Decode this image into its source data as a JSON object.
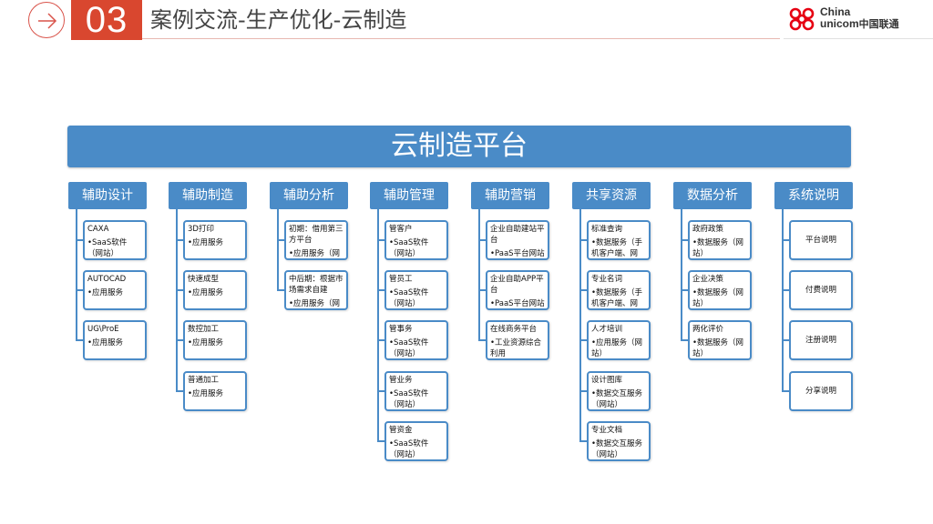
{
  "header": {
    "number": "03",
    "title": "案例交流-生产优化-云制造",
    "logo_line1": "China",
    "logo_line2": "unicom",
    "logo_cn": "中国联通"
  },
  "platform": "云制造平台",
  "columns": [
    {
      "category": "辅助设计",
      "items": [
        {
          "title": "CAXA",
          "sub": "•SaaS软件（网站）"
        },
        {
          "title": "AUTOCAD",
          "sub": "•应用服务"
        },
        {
          "title": "UG\\ProE",
          "sub": "•应用服务"
        }
      ]
    },
    {
      "category": "辅助制造",
      "items": [
        {
          "title": "3D打印",
          "sub": "•应用服务"
        },
        {
          "title": "快速成型",
          "sub": "•应用服务"
        },
        {
          "title": "数控加工",
          "sub": "•应用服务"
        },
        {
          "title": "普通加工",
          "sub": "•应用服务"
        }
      ]
    },
    {
      "category": "辅助分析",
      "items": [
        {
          "title": "初期：借用第三方平台",
          "sub": "•应用服务（网站）"
        },
        {
          "title": "中后期：根据市场需求自建",
          "sub": "•应用服务（网站）"
        }
      ]
    },
    {
      "category": "辅助管理",
      "items": [
        {
          "title": "管客户",
          "sub": "•SaaS软件（网站）"
        },
        {
          "title": "管员工",
          "sub": "•SaaS软件（网站）"
        },
        {
          "title": "管事务",
          "sub": "•SaaS软件（网站）"
        },
        {
          "title": "管业务",
          "sub": "•SaaS软件（网站）"
        },
        {
          "title": "管资金",
          "sub": "•SaaS软件（网站）"
        }
      ]
    },
    {
      "category": "辅助营销",
      "items": [
        {
          "title": "企业自助建站平台",
          "sub": "•PaaS平台网站"
        },
        {
          "title": "企业自助APP平台",
          "sub": "•PaaS平台网站"
        },
        {
          "title": "在线商务平台",
          "sub": "•工业资源综合利用"
        }
      ]
    },
    {
      "category": "共享资源",
      "items": [
        {
          "title": "标准查询",
          "sub": "•数据服务（手机客户端、网站）"
        },
        {
          "title": "专业名词",
          "sub": "•数据服务（手机客户端、网站）"
        },
        {
          "title": "人才培训",
          "sub": "•应用服务（网站）"
        },
        {
          "title": "设计图库",
          "sub": "•数据交互服务（网站）"
        },
        {
          "title": "专业文档",
          "sub": "•数据交互服务（网站）"
        }
      ]
    },
    {
      "category": "数据分析",
      "items": [
        {
          "title": "政府政策",
          "sub": "•数据服务（网站）"
        },
        {
          "title": "企业决策",
          "sub": "•数据服务（网站）"
        },
        {
          "title": "两化评价",
          "sub": "•数据服务（网站）"
        }
      ]
    },
    {
      "category": "系统说明",
      "items": [
        {
          "title": "平台说明",
          "sub": ""
        },
        {
          "title": "付费说明",
          "sub": ""
        },
        {
          "title": "注册说明",
          "sub": ""
        },
        {
          "title": "分享说明",
          "sub": ""
        }
      ]
    }
  ]
}
